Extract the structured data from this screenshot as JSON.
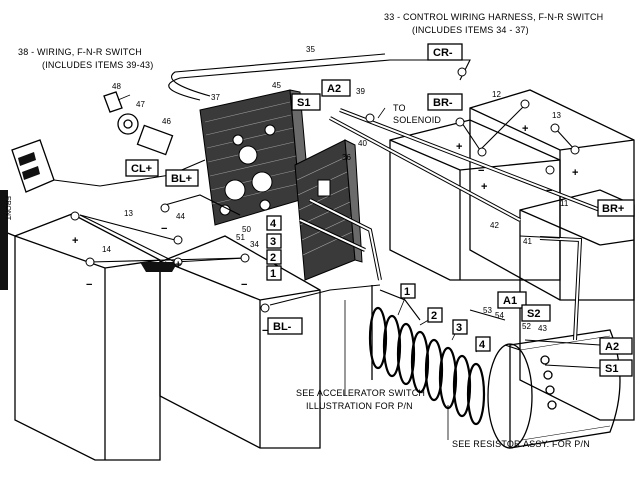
{
  "captions": {
    "control_harness_line1": "33 - CONTROL WIRING HARNESS, F-N-R SWITCH",
    "control_harness_line2": "(INCLUDES ITEMS 34 - 37)",
    "fnr_wiring_line1": "38 - WIRING, F-N-R SWITCH",
    "fnr_wiring_line2": "(INCLUDES ITEMS 39-43)",
    "to_solenoid_line1": "TO",
    "to_solenoid_line2": "SOLENOID",
    "accel_line1": "SEE ACCELERATOR SWITCH",
    "accel_line2": "ILLUSTRATION FOR P/N",
    "resistor": "SEE RESISTOR ASSY. FOR P/N",
    "side_text": "FRONT"
  },
  "terminal_tags": {
    "cr_minus": "CR-",
    "br_minus": "BR-",
    "a2_top": "A2",
    "s1_top": "S1",
    "cl_plus": "CL+",
    "bl_plus": "BL+",
    "br_plus": "BR+",
    "bl_minus": "BL-",
    "a1": "A1",
    "s2": "S2",
    "a2_motor": "A2",
    "s1_motor": "S1"
  },
  "switch_tags": {
    "t1": "1",
    "t2": "2",
    "t3": "3",
    "t4": "4"
  },
  "resistor_tags": {
    "r1": "1",
    "r2": "2",
    "r3": "3",
    "r4": "4"
  },
  "item_numbers": {
    "n35": "35",
    "n45": "45",
    "n37": "37",
    "n39": "39",
    "n40": "40",
    "n48": "48",
    "n47": "47",
    "n46": "46",
    "n36": "36",
    "n12": "12",
    "n13a": "13",
    "n13b": "13",
    "n11": "11",
    "n42": "42",
    "n41": "41",
    "n14": "14",
    "n44": "44",
    "n50": "50",
    "n34": "34",
    "n51": "51",
    "n53": "53",
    "n52": "52",
    "n54": "54",
    "n43": "43"
  },
  "polarity": {
    "p1": "+",
    "p2": "−",
    "p3": "+",
    "p4": "−",
    "p5": "−",
    "p6": "−",
    "p7": "+",
    "p8": "−",
    "p9": "+",
    "p10": "−",
    "p11": "+",
    "p12": "+"
  }
}
